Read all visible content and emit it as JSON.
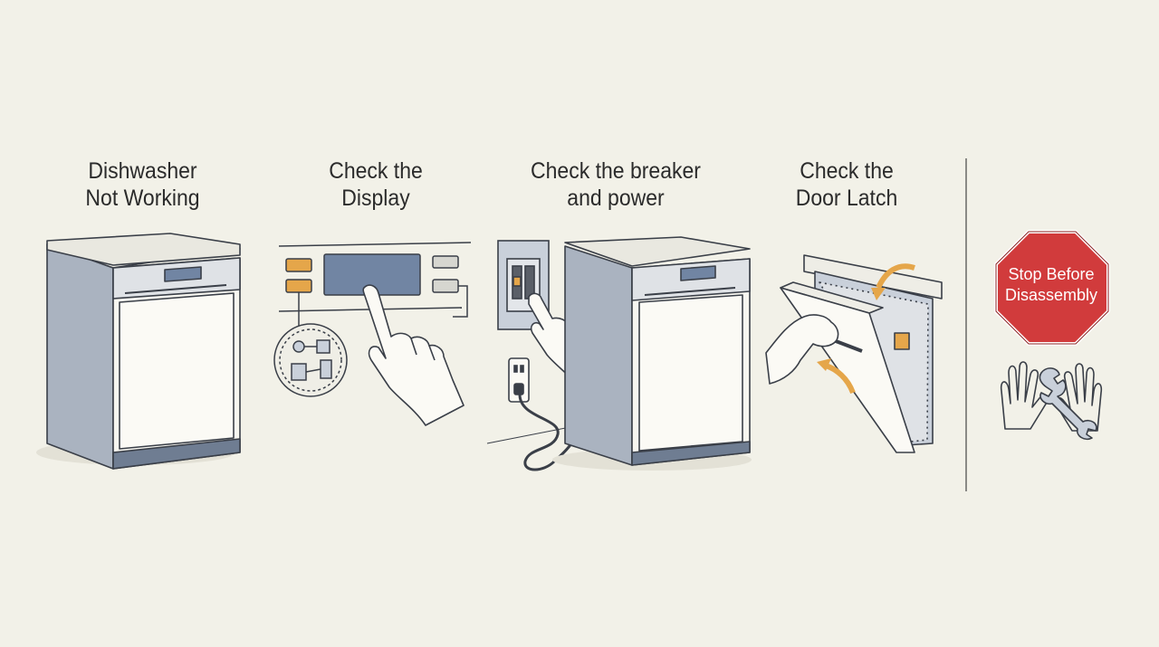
{
  "steps": [
    {
      "line1": "Dishwasher",
      "line2": "Not Working"
    },
    {
      "line1": "Check the",
      "line2": "Display"
    },
    {
      "line1": "Check the breaker",
      "line2": "and power"
    },
    {
      "line1": "Check the",
      "line2": "Door Latch"
    }
  ],
  "stop_sign": {
    "line1": "Stop Before",
    "line2": "Disassembly"
  },
  "icons": [
    "dishwasher-icon",
    "control-panel-icon",
    "pointing-hand-icon",
    "breaker-box-icon",
    "power-outlet-icon",
    "door-latch-icon",
    "stop-sign-icon",
    "hands-icon",
    "wrench-icon"
  ],
  "colors": {
    "background": "#f2f1e8",
    "appliance_body": "#c9d0da",
    "appliance_dark": "#7f8da0",
    "appliance_front": "#f7f6f0",
    "accent_orange": "#e5a64a",
    "stop_red": "#d13b3c",
    "display_blue": "#7185a3"
  }
}
